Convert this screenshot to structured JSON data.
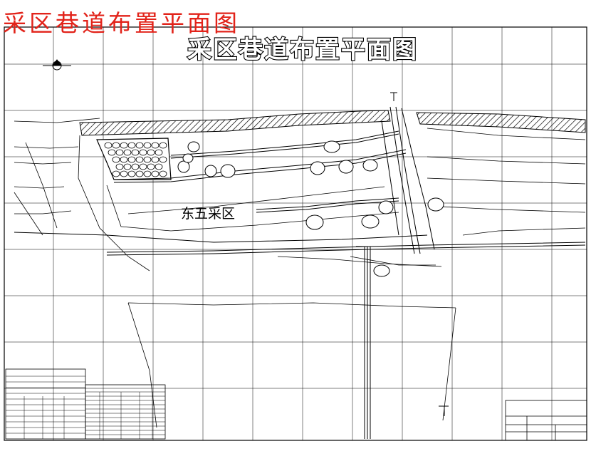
{
  "page": {
    "red_title": "采区巷道布置平面图"
  },
  "drawing": {
    "banner_title": "采区巷道布置平面图",
    "district_label": "东五采区",
    "colors": {
      "annotation_red": "#e2231a",
      "line": "#000000",
      "background": "#ffffff"
    }
  }
}
